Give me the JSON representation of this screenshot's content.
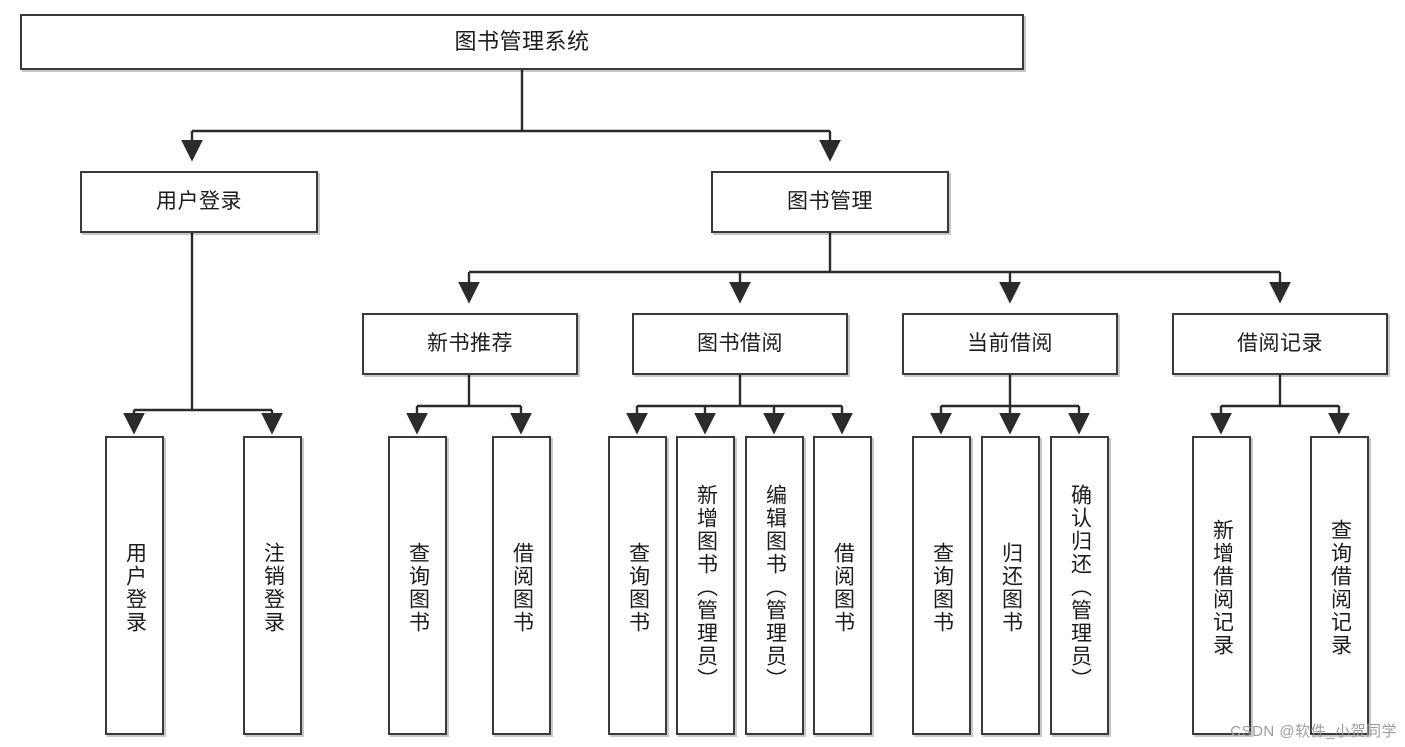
{
  "diagram": {
    "title": "图书管理系统",
    "type": "hierarchy-tree",
    "levels": 4,
    "colors": {
      "box_border": "#3a3a3a",
      "box_fill": "#ffffff",
      "edge": "#2b2b2b",
      "text": "#1c1c1c",
      "watermark": "#9d9d9d"
    },
    "nodes": {
      "root": {
        "id": "root",
        "label": "图书管理系统",
        "orientation": "horizontal"
      },
      "level2": [
        {
          "id": "user-login",
          "label": "用户登录",
          "orientation": "horizontal"
        },
        {
          "id": "book-management",
          "label": "图书管理",
          "orientation": "horizontal"
        }
      ],
      "level3": [
        {
          "id": "new-book-recommend",
          "label": "新书推荐",
          "orientation": "horizontal",
          "parent": "book-management"
        },
        {
          "id": "book-borrow",
          "label": "图书借阅",
          "orientation": "horizontal",
          "parent": "book-management"
        },
        {
          "id": "current-borrow",
          "label": "当前借阅",
          "orientation": "horizontal",
          "parent": "book-management"
        },
        {
          "id": "borrow-record",
          "label": "借阅记录",
          "orientation": "horizontal",
          "parent": "book-management"
        }
      ],
      "leaves": [
        {
          "id": "leaf-user-login",
          "label": "用户登录",
          "orientation": "vertical",
          "parent": "user-login"
        },
        {
          "id": "leaf-logout-login",
          "label": "注销登录",
          "orientation": "vertical",
          "parent": "user-login"
        },
        {
          "id": "leaf-query-book-1",
          "label": "查询图书",
          "orientation": "vertical",
          "parent": "new-book-recommend"
        },
        {
          "id": "leaf-borrow-book-1",
          "label": "借阅图书",
          "orientation": "vertical",
          "parent": "new-book-recommend"
        },
        {
          "id": "leaf-query-book-2",
          "label": "查询图书",
          "orientation": "vertical",
          "parent": "book-borrow"
        },
        {
          "id": "leaf-add-book-admin",
          "label": "新增图书（管理员）",
          "orientation": "vertical",
          "parent": "book-borrow"
        },
        {
          "id": "leaf-edit-book-admin",
          "label": "编辑图书（管理员）",
          "orientation": "vertical",
          "parent": "book-borrow"
        },
        {
          "id": "leaf-borrow-book-2",
          "label": "借阅图书",
          "orientation": "vertical",
          "parent": "book-borrow"
        },
        {
          "id": "leaf-query-book-3",
          "label": "查询图书",
          "orientation": "vertical",
          "parent": "current-borrow"
        },
        {
          "id": "leaf-return-book",
          "label": "归还图书",
          "orientation": "vertical",
          "parent": "current-borrow"
        },
        {
          "id": "leaf-confirm-return-admin",
          "label": "确认归还（管理员）",
          "orientation": "vertical",
          "parent": "current-borrow"
        },
        {
          "id": "leaf-add-borrow-record",
          "label": "新增借阅记录",
          "orientation": "vertical",
          "parent": "borrow-record"
        },
        {
          "id": "leaf-query-borrow-record",
          "label": "查询借阅记录",
          "orientation": "vertical",
          "parent": "borrow-record"
        }
      ]
    }
  },
  "watermark": {
    "text": "CSDN @软件_小贺同学"
  }
}
